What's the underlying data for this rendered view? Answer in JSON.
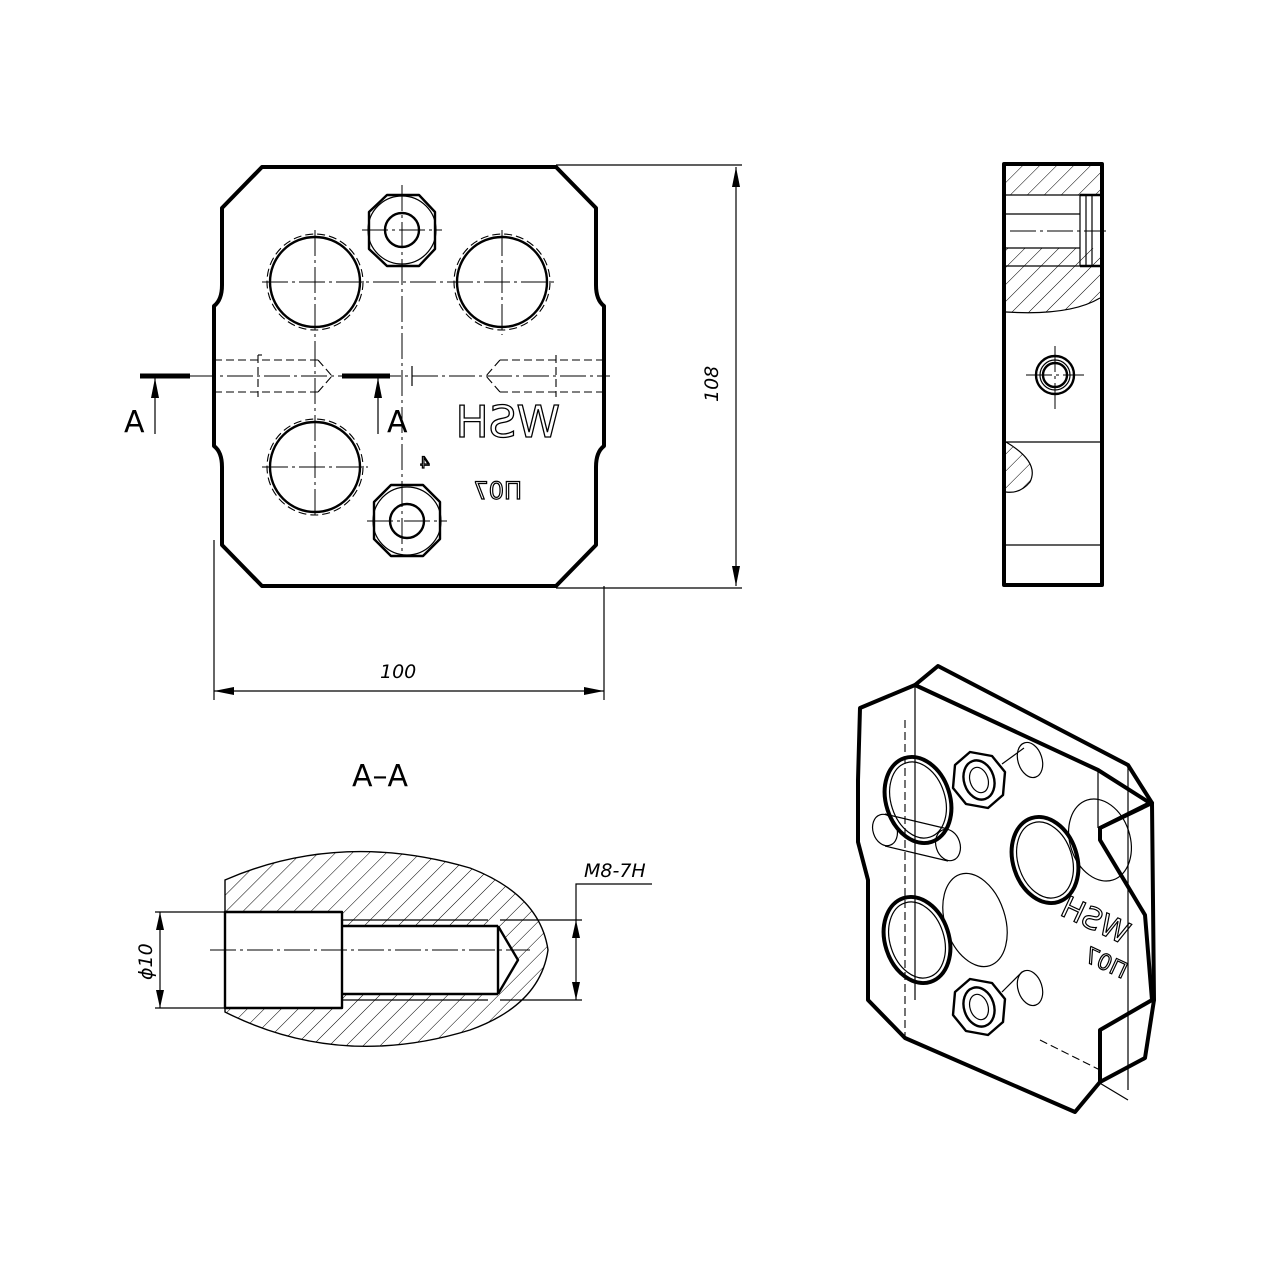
{
  "dimensions": {
    "height": "108",
    "width": "100",
    "diameter": "ϕ10",
    "thread": "M8-7H"
  },
  "section": {
    "cut_label": "A",
    "title": "A–A"
  },
  "markings": {
    "main": "WSH",
    "sub": "П07",
    "small": "4"
  }
}
